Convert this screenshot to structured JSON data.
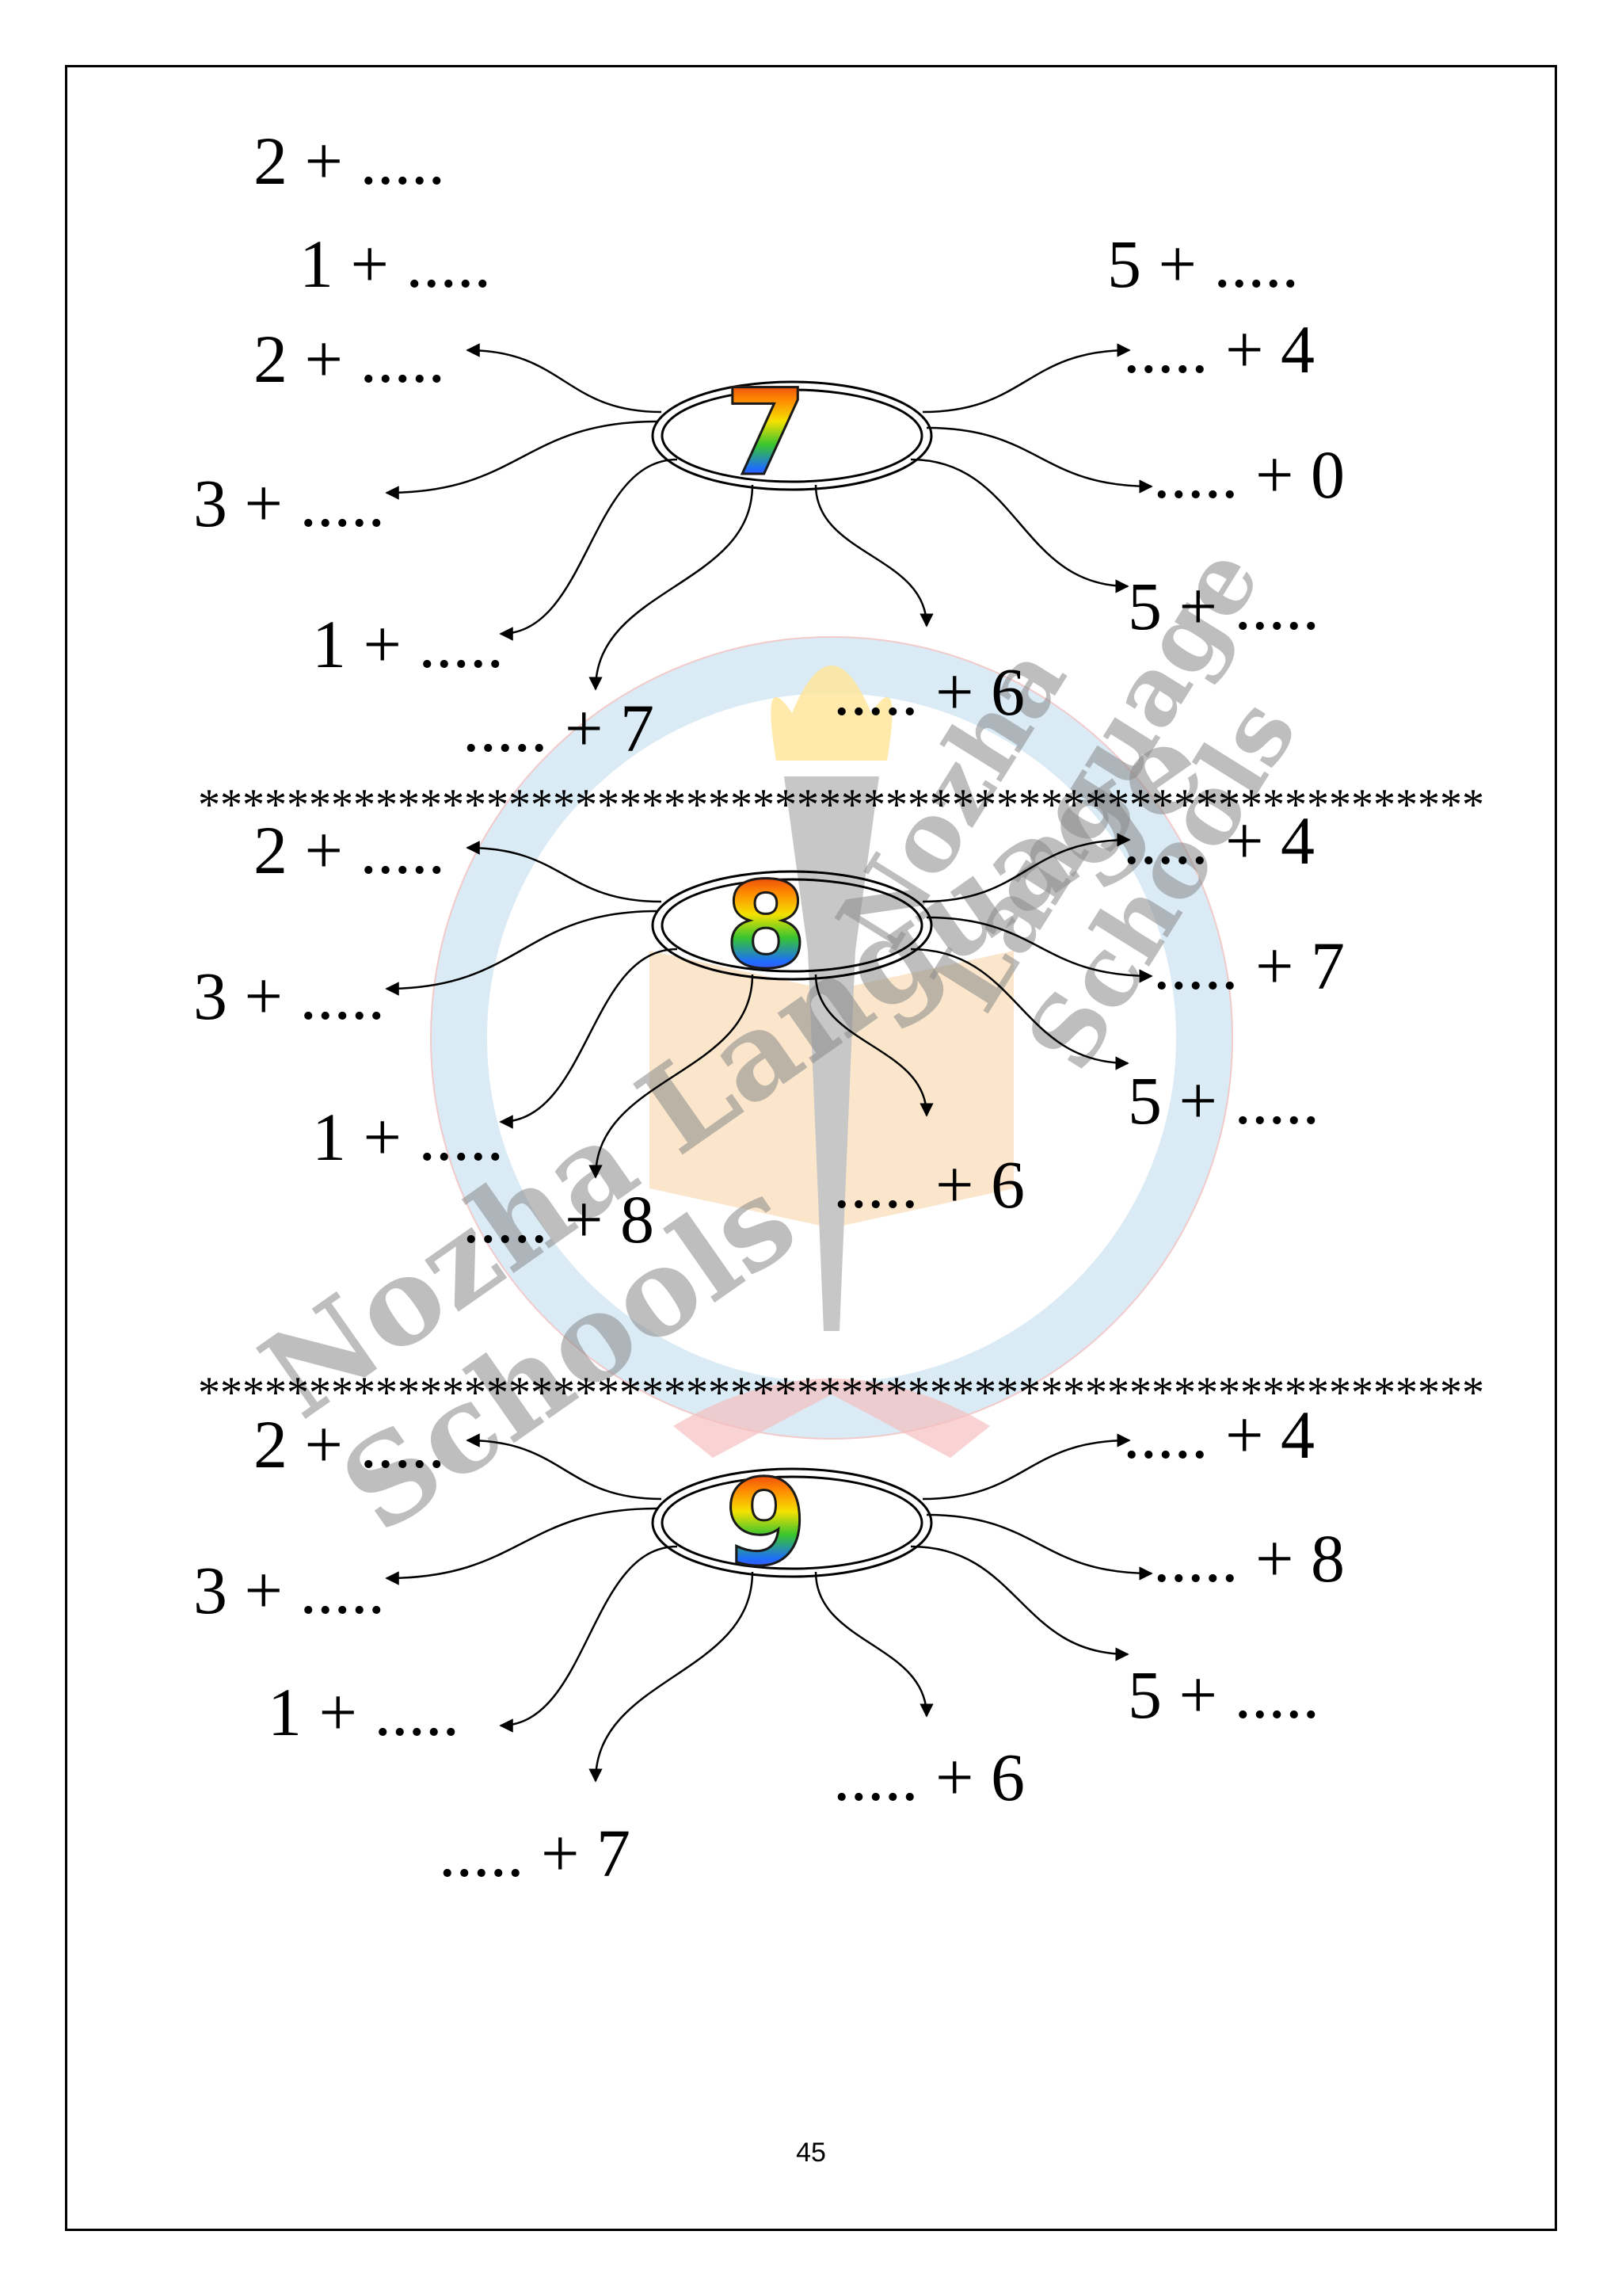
{
  "page_number": "45",
  "watermark": {
    "text_arc": "Nozha Language Schools",
    "text_side": "Nozha Language Schools"
  },
  "separators": {
    "stars": "**********************************************************"
  },
  "sections": [
    {
      "center": "7",
      "extra_top": [
        "2 + .....",
        "1 + .....",
        "5 + ....."
      ],
      "items": [
        "2 + .....",
        "3 + .....",
        "1 + .....",
        "..... + 7",
        "..... + 6",
        "5 + .....",
        "..... + 0",
        "..... + 4"
      ]
    },
    {
      "center": "8",
      "items": [
        "2 + .....",
        "3 + .....",
        "1 + .....",
        "..... + 8",
        "..... + 6",
        "5 + .....",
        "..... + 7",
        "..... + 4"
      ]
    },
    {
      "center": "9",
      "items": [
        "2 + .....",
        "3 + .....",
        "1 + .....",
        "..... + 7",
        "..... + 6",
        "5 + .....",
        "..... + 8",
        "..... + 4"
      ]
    }
  ]
}
